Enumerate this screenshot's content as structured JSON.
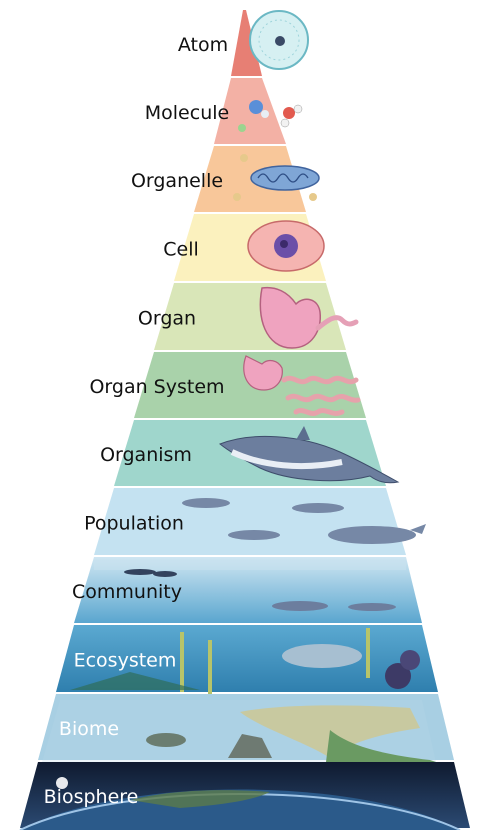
{
  "levels": [
    {
      "label": "Atom",
      "color": "#e77f74",
      "text_color": "#111111"
    },
    {
      "label": "Molecule",
      "color": "#f3b1a5",
      "text_color": "#111111"
    },
    {
      "label": "Organelle",
      "color": "#f8c79a",
      "text_color": "#111111"
    },
    {
      "label": "Cell",
      "color": "#fbf1be",
      "text_color": "#111111"
    },
    {
      "label": "Organ",
      "color": "#d9e6b8",
      "text_color": "#111111"
    },
    {
      "label": "Organ System",
      "color": "#a9d2aa",
      "text_color": "#111111"
    },
    {
      "label": "Organism",
      "color": "#9fd6cc",
      "text_color": "#111111"
    },
    {
      "label": "Population",
      "color": "#c4e2f1",
      "text_color": "#111111"
    },
    {
      "label": "Community",
      "color": "#8fc5e3",
      "text_color": "#111111"
    },
    {
      "label": "Ecosystem",
      "color": "#4d9cc5",
      "text_color": "#ffffff"
    },
    {
      "label": "Biome",
      "color": "#a8cfe3",
      "text_color": "#ffffff"
    },
    {
      "label": "Biosphere",
      "color": "#1d2f4e",
      "text_color": "#ffffff"
    }
  ],
  "illustrations": {
    "atom": "atom-icon",
    "molecule": "molecule-icon",
    "organelle": "mitochondrion-icon",
    "cell": "cell-icon",
    "organ": "stomach-icon",
    "organ_system": "digestive-system-icon",
    "organism": "dolphin-icon",
    "population": "dolphin-pod-icon",
    "community": "ocean-community-icon",
    "ecosystem": "reef-ecosystem-icon",
    "biome": "coastal-biome-icon",
    "biosphere": "earth-horizon-icon"
  }
}
